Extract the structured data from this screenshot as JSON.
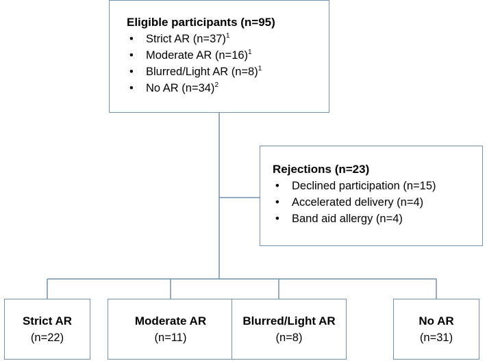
{
  "colors": {
    "box_border": "#6f8fb2",
    "connector": "#6f8fb2"
  },
  "eligible": {
    "title": "Eligible participants (n=95)",
    "items": [
      {
        "text": "Strict AR (n=37)",
        "sup": "1"
      },
      {
        "text": "Moderate AR (n=16)",
        "sup": "1"
      },
      {
        "text": "Blurred/Light AR (n=8)",
        "sup": "1"
      },
      {
        "text": "No AR (n=34)",
        "sup": "2"
      }
    ]
  },
  "rejections": {
    "title": "Rejections (n=23)",
    "items": [
      {
        "text": "Declined participation (n=15)"
      },
      {
        "text": "Accelerated delivery (n=4)"
      },
      {
        "text": "Band aid allergy (n=4)"
      }
    ]
  },
  "groups": [
    {
      "name": "Strict AR",
      "count": "(n=22)"
    },
    {
      "name": "Moderate AR",
      "count": "(n=11)"
    },
    {
      "name": "Blurred/Light AR",
      "count": "(n=8)"
    },
    {
      "name": "No AR",
      "count": "(n=31)"
    }
  ]
}
